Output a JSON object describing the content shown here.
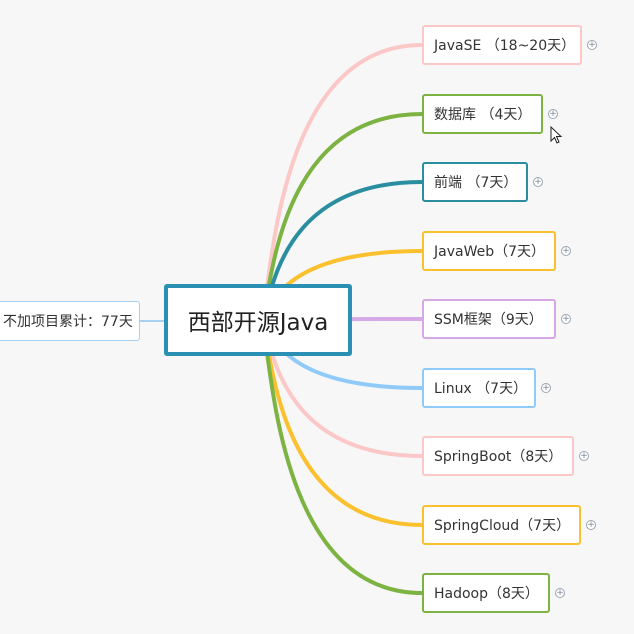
{
  "root": {
    "label": "西部开源Java"
  },
  "side_note": {
    "label": "不加项目累计：77天"
  },
  "branches": [
    {
      "label": "JavaSE （18~20天）",
      "color": "#fcc7c7"
    },
    {
      "label": "数据库 （4天）",
      "color": "#7cb342"
    },
    {
      "label": "前端 （7天）",
      "color": "#2a8ea0"
    },
    {
      "label": "JavaWeb（7天）",
      "color": "#fbc02d"
    },
    {
      "label": "SSM框架（9天）",
      "color": "#d6a9e6"
    },
    {
      "label": "Linux （7天）",
      "color": "#90caf9"
    },
    {
      "label": "SpringBoot（8天）",
      "color": "#fcc7c7"
    },
    {
      "label": "SpringCloud（7天）",
      "color": "#fbc02d"
    },
    {
      "label": "Hadoop（8天）",
      "color": "#7cb342"
    }
  ],
  "expander_icon": "plus-circle-icon"
}
